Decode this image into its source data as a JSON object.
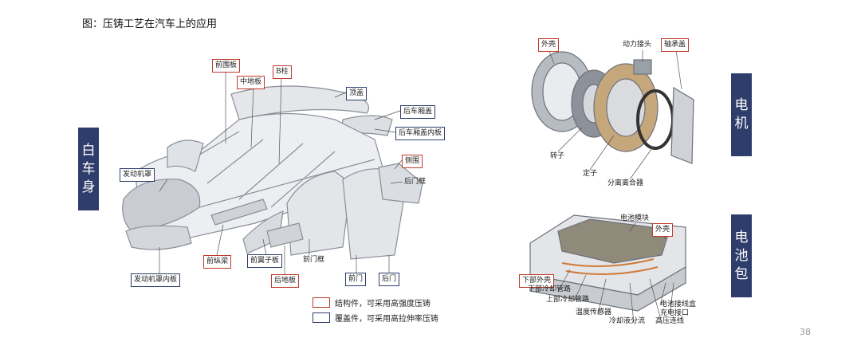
{
  "title": "图：压铸工艺在汽车上的应用",
  "sections": {
    "body_in_white": "白车身",
    "motor": "电机",
    "battery": "电池包"
  },
  "car_labels": {
    "front_panel": "前围板",
    "middle_floor": "中地板",
    "b_pillar": "B柱",
    "roof": "顶盖",
    "trunk_lid": "后车厢盖",
    "trunk_lid_inner": "后车厢盖内板",
    "hood": "发动机罩",
    "side_panel": "侧围",
    "rear_door_frame": "后门框",
    "front_rail": "前纵梁",
    "front_fender": "前翼子板",
    "front_door_frame": "前门框",
    "hood_inner": "发动机罩内板",
    "rear_floor": "后地板",
    "front_door": "前门",
    "rear_door": "后门"
  },
  "legend": {
    "structural": "结构件，可采用高强度压铸",
    "cover": "覆盖件，可采用高拉伸率压铸"
  },
  "motor_labels": {
    "housing": "外壳",
    "power_connector": "动力接头",
    "bearing_cover": "轴承盖",
    "rotor": "转子",
    "stator": "定子",
    "clutch": "分离离合器"
  },
  "battery_labels": {
    "module": "电池模块",
    "housing": "外壳",
    "lower_housing": "下部外壳",
    "lower_cooling": "下部冷却管路",
    "upper_cooling": "上部冷却管路",
    "temp_sensor": "温度传感器",
    "coolant_split": "冷却液分流",
    "hv_connection": "高压连线",
    "junction_box": "电池接线盒",
    "charge_port": "充电接口"
  },
  "page_number": "38",
  "colors": {
    "structural": "#c0392b",
    "cover": "#2e3d6b",
    "sidebar": "#2e3d6b"
  }
}
